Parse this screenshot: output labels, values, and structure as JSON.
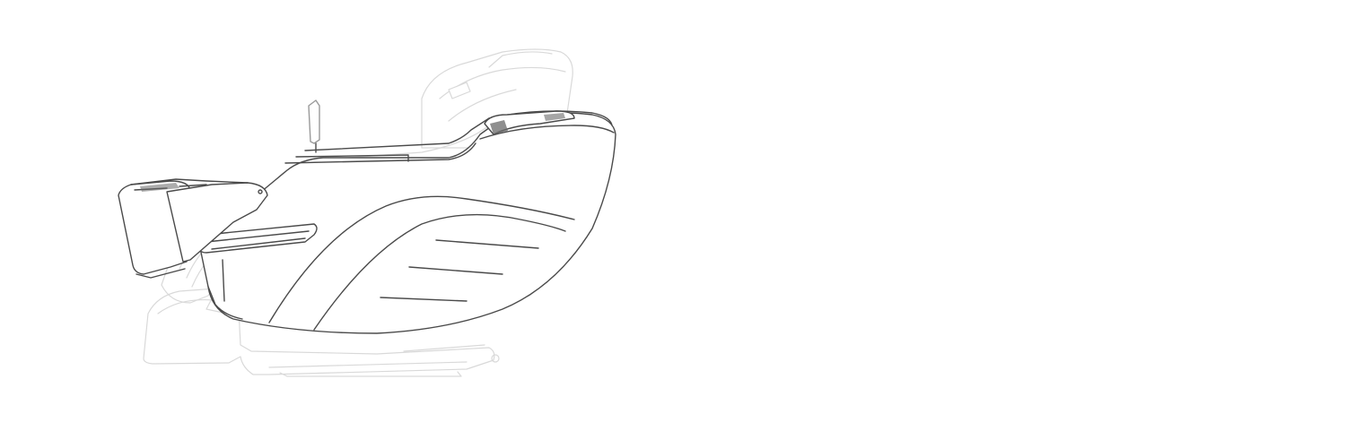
{
  "colors": {
    "background": "#ffffff",
    "upright_outline": "#d9d9d9",
    "reclined_outline": "#4a4a4a"
  },
  "illustration": {
    "subject": "massage-chair",
    "states": [
      "upright",
      "reclined"
    ]
  }
}
